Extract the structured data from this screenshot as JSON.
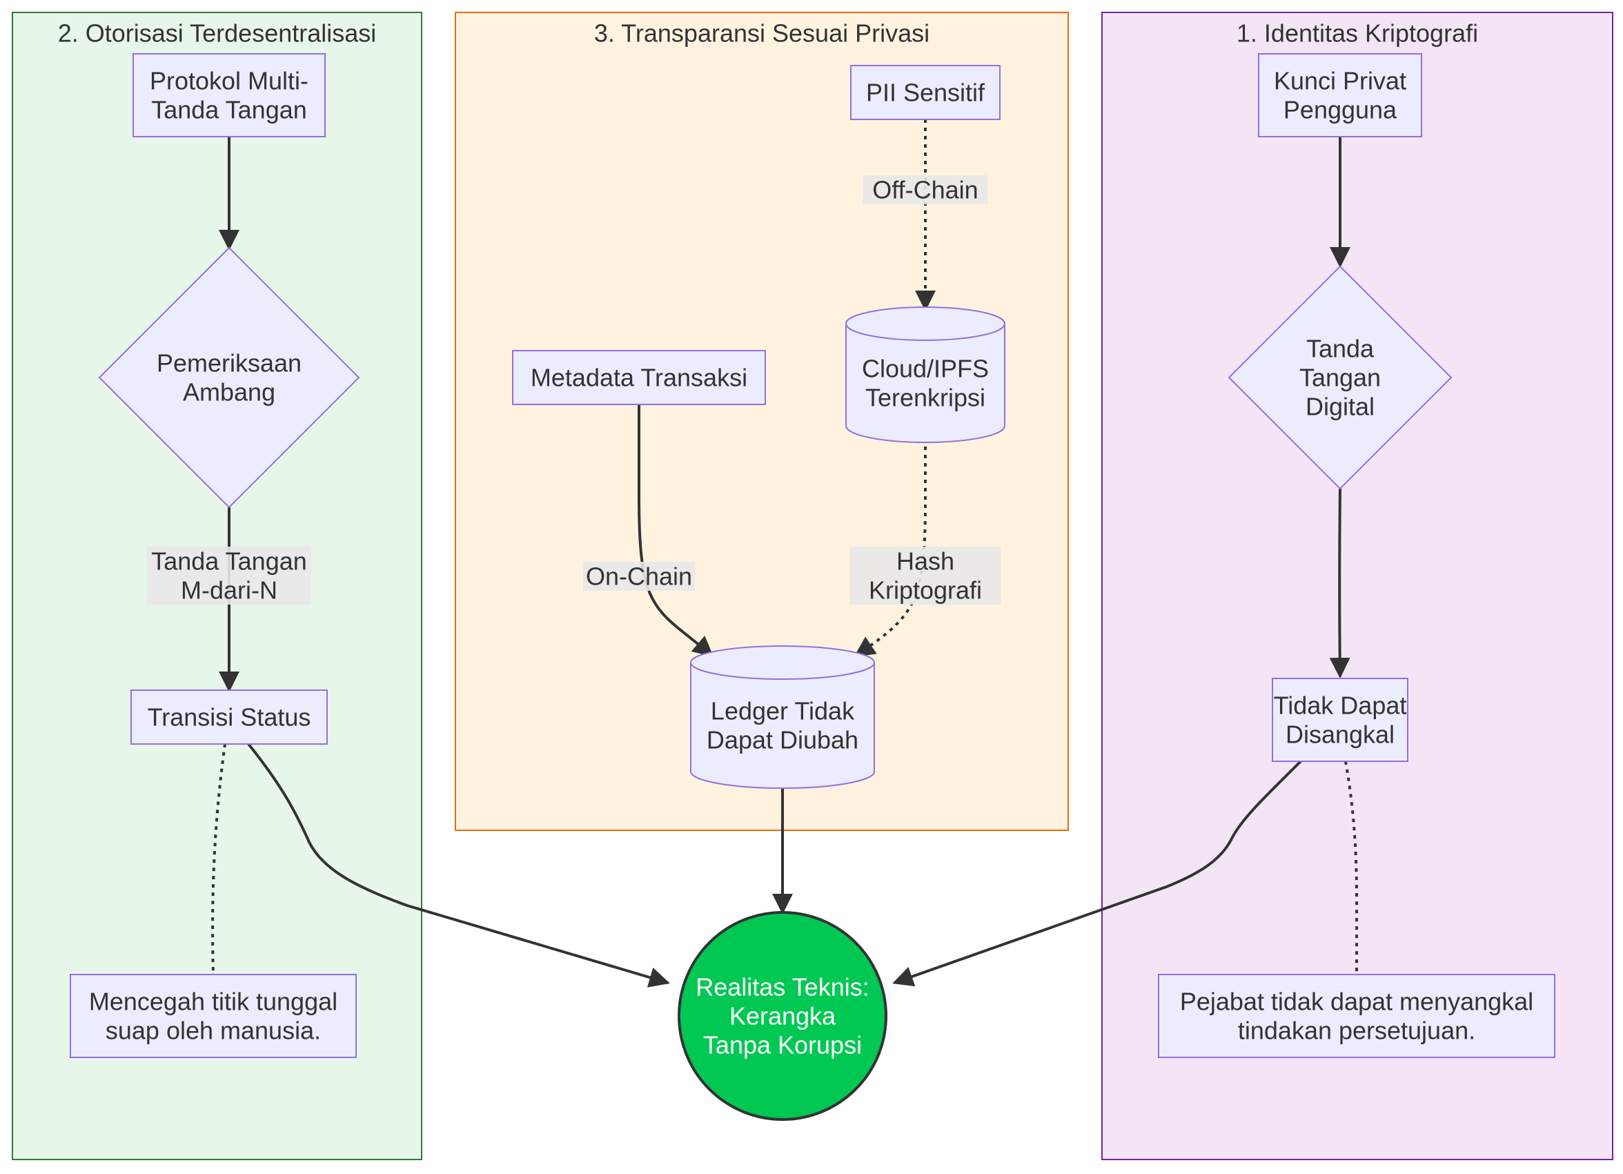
{
  "diagram": {
    "type": "flowchart",
    "colors": {
      "node_fill": "#ECECFF",
      "node_stroke": "#9370DB",
      "edge": "#333333",
      "label_bg": "#E8E8E8",
      "text": "#333333",
      "group_green_fill": "#E8F5E9",
      "group_green_stroke": "#2E7D32",
      "group_orange_fill": "#FFF3E0",
      "group_orange_stroke": "#EF6C00",
      "group_purple_fill": "#F3E5F5",
      "group_purple_stroke": "#7B1FA2",
      "final_fill": "#00C853",
      "final_text": "#ffffff"
    },
    "groups": [
      {
        "id": "g2",
        "title": "2. Otorisasi Terdesentralisasi"
      },
      {
        "id": "g3",
        "title": "3. Transparansi Sesuai Privasi"
      },
      {
        "id": "g1",
        "title": "1. Identitas Kriptografi"
      }
    ],
    "nodes": [
      {
        "id": "multisig",
        "shape": "rect",
        "lines": [
          "Protokol Multi-",
          "Tanda Tangan"
        ]
      },
      {
        "id": "threshold",
        "shape": "diamond",
        "lines": [
          "Pemeriksaan",
          "Ambang"
        ]
      },
      {
        "id": "state",
        "shape": "rect",
        "lines": [
          "Transisi Status"
        ]
      },
      {
        "id": "bribe",
        "shape": "rect",
        "lines": [
          "Mencegah titik tunggal",
          "suap oleh manusia."
        ]
      },
      {
        "id": "pii",
        "shape": "rect",
        "lines": [
          "PII Sensitif"
        ]
      },
      {
        "id": "cloud",
        "shape": "cylinder",
        "lines": [
          "Cloud/IPFS",
          "Terenkripsi"
        ]
      },
      {
        "id": "meta",
        "shape": "rect",
        "lines": [
          "Metadata Transaksi"
        ]
      },
      {
        "id": "ledger",
        "shape": "cylinder",
        "lines": [
          "Ledger Tidak",
          "Dapat Diubah"
        ]
      },
      {
        "id": "privkey",
        "shape": "rect",
        "lines": [
          "Kunci Privat",
          "Pengguna"
        ]
      },
      {
        "id": "sig",
        "shape": "diamond",
        "lines": [
          "Tanda",
          "Tangan",
          "Digital"
        ]
      },
      {
        "id": "nonrep",
        "shape": "rect",
        "lines": [
          "Tidak Dapat",
          "Disangkal"
        ]
      },
      {
        "id": "official",
        "shape": "rect",
        "lines": [
          "Pejabat tidak dapat menyangkal",
          "tindakan persetujuan."
        ]
      },
      {
        "id": "final",
        "shape": "circle",
        "lines": [
          "Realitas Teknis:",
          "Kerangka",
          "Tanpa Korupsi"
        ]
      }
    ],
    "edges": [
      {
        "id": "e-multisig-threshold",
        "from": "multisig",
        "to": "threshold",
        "style": "solid",
        "arrow": true
      },
      {
        "id": "e-threshold-state",
        "from": "threshold",
        "to": "state",
        "style": "solid",
        "arrow": true,
        "label": [
          "Tanda Tangan",
          "M-dari-N"
        ]
      },
      {
        "id": "e-state-bribe",
        "from": "state",
        "to": "bribe",
        "style": "dotted",
        "arrow": false
      },
      {
        "id": "e-state-final",
        "from": "state",
        "to": "final",
        "style": "solid",
        "arrow": true
      },
      {
        "id": "e-pii-cloud",
        "from": "pii",
        "to": "cloud",
        "style": "dotted",
        "arrow": true,
        "label": [
          "Off-Chain"
        ]
      },
      {
        "id": "e-meta-ledger",
        "from": "meta",
        "to": "ledger",
        "style": "solid",
        "arrow": true,
        "label": [
          "On-Chain"
        ]
      },
      {
        "id": "e-cloud-ledger",
        "from": "cloud",
        "to": "ledger",
        "style": "dotted",
        "arrow": true,
        "label": [
          "Hash",
          "Kriptografi"
        ]
      },
      {
        "id": "e-ledger-final",
        "from": "ledger",
        "to": "final",
        "style": "solid",
        "arrow": true
      },
      {
        "id": "e-privkey-sig",
        "from": "privkey",
        "to": "sig",
        "style": "solid",
        "arrow": true
      },
      {
        "id": "e-sig-nonrep",
        "from": "sig",
        "to": "nonrep",
        "style": "solid",
        "arrow": true
      },
      {
        "id": "e-nonrep-official",
        "from": "nonrep",
        "to": "official",
        "style": "dotted",
        "arrow": false
      },
      {
        "id": "e-nonrep-final",
        "from": "nonrep",
        "to": "final",
        "style": "solid",
        "arrow": true
      }
    ]
  }
}
